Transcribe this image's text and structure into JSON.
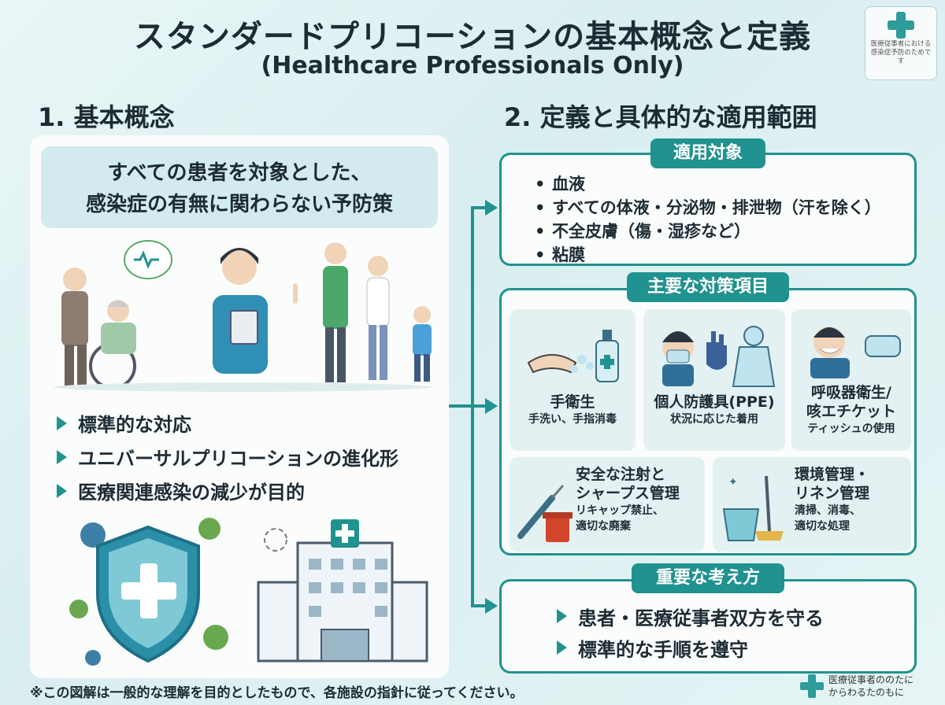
{
  "header": {
    "title": "スタンダードプリコーションの基本概念と定義",
    "subtitle": "(Healthcare Professionals Only)",
    "badge_text": "医療従事者における感染症予防のためです"
  },
  "left": {
    "heading": "1. 基本概念",
    "lead_line1": "すべての患者を対象とした、",
    "lead_line2": "感染症の有無に関わらない予防策",
    "points": [
      "標準的な対応",
      "ユニバーサルプリコーションの進化形",
      "医療関連感染の減少が目的"
    ]
  },
  "right": {
    "heading": "2. 定義と具体的な適用範囲",
    "targets": {
      "label": "適用対象",
      "items": [
        "血液",
        "すべての体液・分泌物・排泄物（汗を除く）",
        "不全皮膚（傷・湿疹など）",
        "粘膜"
      ]
    },
    "measures": {
      "label": "主要な対策項目",
      "tiles": [
        {
          "name": "手衛生",
          "sub": "手洗い、手指消毒"
        },
        {
          "name": "個人防護具(PPE)",
          "sub": "状況に応じた着用"
        },
        {
          "name": "呼吸器衛生/",
          "name2": "咳エチケット",
          "sub": "ティッシュの使用"
        },
        {
          "name": "安全な注射と",
          "name2": "シャープス管理",
          "sub": "リキャップ禁止、",
          "sub2": "適切な廃棄"
        },
        {
          "name": "環境管理・",
          "name2": "リネン管理",
          "sub": "清掃、消毒、",
          "sub2": "適切な処理"
        }
      ]
    },
    "key": {
      "label": "重要な考え方",
      "points": [
        "患者・医療従事者双方を守る",
        "標準的な手順を遵守"
      ]
    }
  },
  "footer": {
    "note": "※この図解は一般的な理解を目的としたもので、各施設の指針に従ってください。",
    "logo_text1": "医療従事者ののたに",
    "logo_text2": "からわるたのもに"
  },
  "colors": {
    "accent": "#20928f",
    "background": "#e4f2f4",
    "panel": "#fbfdfd"
  }
}
